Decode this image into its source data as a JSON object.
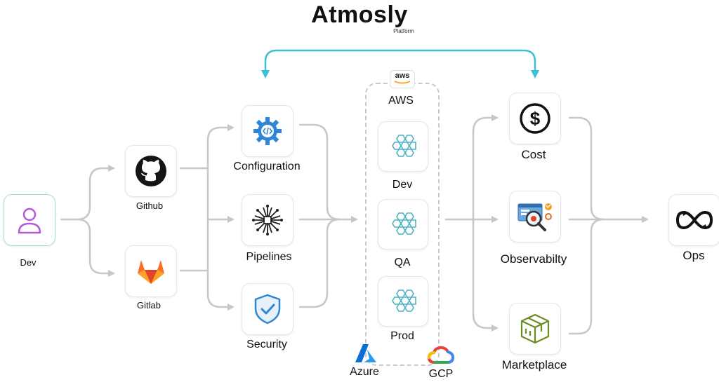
{
  "title": "Atmosly",
  "subtitle": "Platform",
  "nodes": {
    "dev": "Dev",
    "github": "Github",
    "gitlab": "Gitlab",
    "configuration": "Configuration",
    "pipelines": "Pipelines",
    "security": "Security",
    "aws_logo": "aws",
    "aws": "AWS",
    "env_dev": "Dev",
    "env_qa": "QA",
    "env_prod": "Prod",
    "azure": "Azure",
    "gcp": "GCP",
    "cost": "Cost",
    "observability": "Observabilty",
    "marketplace": "Marketplace",
    "ops": "Ops"
  },
  "colors": {
    "accent_arrow": "#3cbfd6",
    "connector": "#c7c7c7",
    "hex_cluster": "#4fb3c6",
    "user_icon": "#b45ad6",
    "gitlab": "#e2432a",
    "config_gear": "#2f86d6",
    "security_shield": "#2f86d6",
    "marketplace_box": "#6b8e23"
  }
}
